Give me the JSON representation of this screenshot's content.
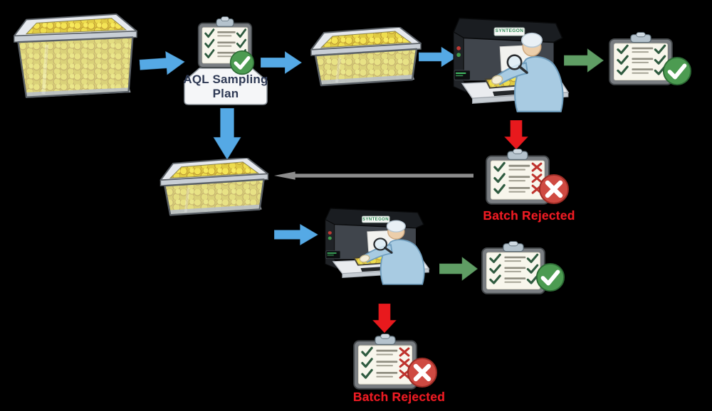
{
  "labels": {
    "aql_plan_line1": "AQL Sampling",
    "aql_plan_line2": "Plan",
    "station1_brand": "SYNTEGON",
    "station2_brand": "SYNTEGON",
    "batch_rejected_1": "Batch Rejected",
    "batch_rejected_2": "Batch Rejected"
  },
  "colors": {
    "background": "#000000",
    "arrow_blue": "#55a9e5",
    "arrow_green": "#5f9d64",
    "arrow_red": "#e8191d",
    "arrow_gray": "#8c8c8c",
    "rejected_text": "#ed1c24",
    "plan_text": "#2f3a55",
    "capsule_yellow": "#f4e455",
    "approved_badge_green": "#4c9b51",
    "rejected_badge_red": "#cf4a42"
  },
  "flow": {
    "nodes": [
      {
        "id": "bulk-batch-box",
        "type": "capsule-box-full"
      },
      {
        "id": "aql-sampling-plan",
        "type": "clipboard-plan",
        "label": "AQL Sampling Plan"
      },
      {
        "id": "sample-tray-1",
        "type": "capsule-tray"
      },
      {
        "id": "inspection-station-1",
        "type": "visual-inspection-station",
        "brand": "SYNTEGON"
      },
      {
        "id": "result-approved-1",
        "type": "checklist-approved"
      },
      {
        "id": "result-rejected-1",
        "type": "checklist-rejected",
        "label": "Batch Rejected"
      },
      {
        "id": "sample-tray-2",
        "type": "capsule-tray"
      },
      {
        "id": "inspection-station-2",
        "type": "visual-inspection-station",
        "brand": "SYNTEGON"
      },
      {
        "id": "result-approved-2",
        "type": "checklist-approved"
      },
      {
        "id": "result-rejected-2",
        "type": "checklist-rejected",
        "label": "Batch Rejected"
      }
    ],
    "edges": [
      {
        "from": "bulk-batch-box",
        "to": "aql-sampling-plan",
        "color": "blue"
      },
      {
        "from": "aql-sampling-plan",
        "to": "sample-tray-1",
        "color": "blue"
      },
      {
        "from": "sample-tray-1",
        "to": "inspection-station-1",
        "color": "blue"
      },
      {
        "from": "inspection-station-1",
        "to": "result-approved-1",
        "color": "green"
      },
      {
        "from": "inspection-station-1",
        "to": "result-rejected-1",
        "color": "red"
      },
      {
        "from": "result-rejected-1",
        "to": "sample-tray-2",
        "color": "gray"
      },
      {
        "from": "aql-sampling-plan",
        "to": "sample-tray-2",
        "color": "blue"
      },
      {
        "from": "sample-tray-2",
        "to": "inspection-station-2",
        "color": "blue"
      },
      {
        "from": "inspection-station-2",
        "to": "result-approved-2",
        "color": "green"
      },
      {
        "from": "inspection-station-2",
        "to": "result-rejected-2",
        "color": "red"
      }
    ]
  }
}
